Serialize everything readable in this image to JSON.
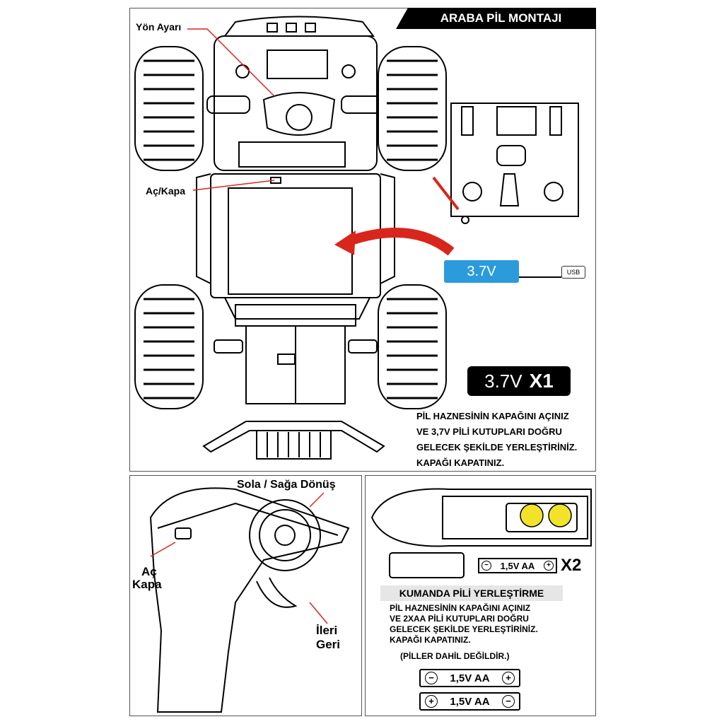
{
  "top_panel": {
    "title": "ARABA PİL MONTAJI",
    "labels": {
      "steering": "Yön Ayarı",
      "switch": "Aç/Kapa"
    },
    "battery_blue": "3.7V",
    "usb": "USB",
    "battery_count": {
      "voltage": "3.7V",
      "qty": "X1"
    },
    "instructions": [
      "PİL HAZNESİNİN KAPAĞINI AÇINIZ",
      "VE 3,7V PİLİ KUTUPLARI DOĞRU",
      "GELECEK ŞEKİLDE YERLEŞTİRİNİZ.",
      "KAPAĞI KAPATINIZ."
    ]
  },
  "bottom_left": {
    "turn_label": "Sola / Sağa Dönüş",
    "switch_label_1": "Aç",
    "switch_label_2": "Kapa",
    "throttle_label_1": "İleri",
    "throttle_label_2": "Geri"
  },
  "bottom_right": {
    "battery_small": {
      "minus": "−",
      "text": "1,5V AA",
      "plus": "+"
    },
    "qty": "X2",
    "title": "KUMANDA PİLİ YERLEŞTİRME",
    "instructions": [
      "PİL HAZNESİNİN KAPAĞINI AÇINIZ",
      "VE 2XAA PİLİ KUTUPLARI DOĞRU",
      "GELECEK ŞEKİLDE YERLEŞTİRİNİZ.",
      "KAPAĞI KAPATINIZ."
    ],
    "note": "(PİLLER DAHİL DEĞİLDİR.)",
    "battery_1": {
      "left": "−",
      "text": "1,5V AA",
      "right": "+"
    },
    "battery_2": {
      "left": "+",
      "text": "1,5V AA",
      "right": "−"
    }
  },
  "colors": {
    "blue_battery": "#2b9bdb",
    "arrow_red": "#d8261c",
    "coin_yellow": "#f2e32a"
  }
}
